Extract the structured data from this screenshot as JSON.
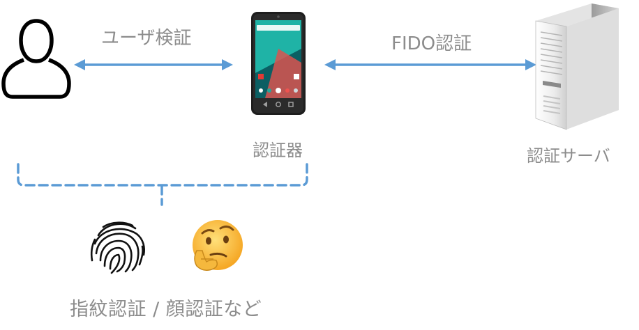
{
  "labels": {
    "user_verification": "ユーザ検証",
    "fido_auth": "FIDO認証",
    "authenticator": "認証器",
    "auth_server": "認証サーバ",
    "bottom": "指紋認証 / 顔認証など"
  },
  "icons": {
    "user": "user-icon",
    "phone": "smartphone-icon",
    "server": "server-icon",
    "fingerprint": "fingerprint-icon",
    "face": "thinking-face-icon"
  },
  "colors": {
    "arrow": "#5b9bd5",
    "label_text": "#8c8c8c"
  }
}
